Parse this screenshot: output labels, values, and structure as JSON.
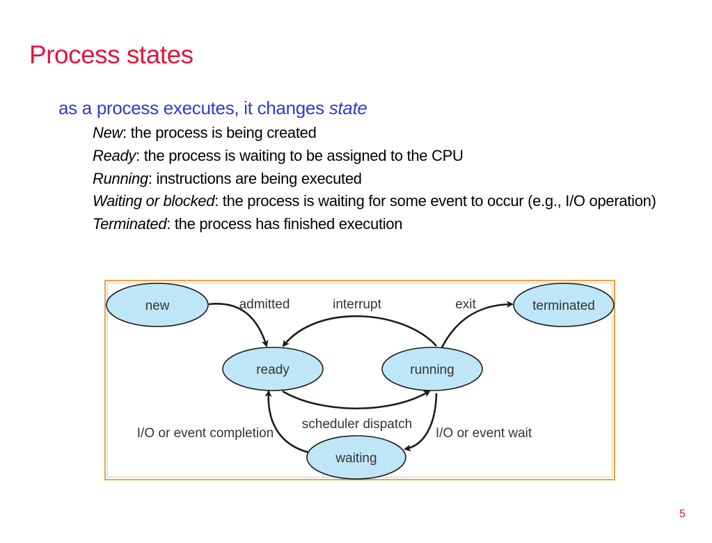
{
  "title": "Process states",
  "intro": {
    "text": "as a process executes, it changes ",
    "emphasis": "state"
  },
  "states": [
    {
      "term": "New",
      "description": ":  the process is being created"
    },
    {
      "term": "Ready",
      "description": ":  the process is waiting to be assigned to the CPU"
    },
    {
      "term": "Running",
      "description": ":  instructions are being executed"
    },
    {
      "term": "Waiting or blocked",
      "description": ":  the process is waiting for some event to occur (e.g., I/O operation)"
    },
    {
      "term": "Terminated",
      "description": ":  the process has finished execution"
    }
  ],
  "diagram": {
    "nodes": {
      "new": "new",
      "ready": "ready",
      "running": "running",
      "waiting": "waiting",
      "terminated": "terminated"
    },
    "edges": {
      "admitted": "admitted",
      "interrupt": "interrupt",
      "exit": "exit",
      "scheduler_dispatch": "scheduler dispatch",
      "io_event_completion": "I/O or event completion",
      "io_event_wait": "I/O or event wait"
    },
    "colors": {
      "node_fill": "#bfe6f7",
      "frame_border": "#e8a145"
    }
  },
  "page_number": "5"
}
